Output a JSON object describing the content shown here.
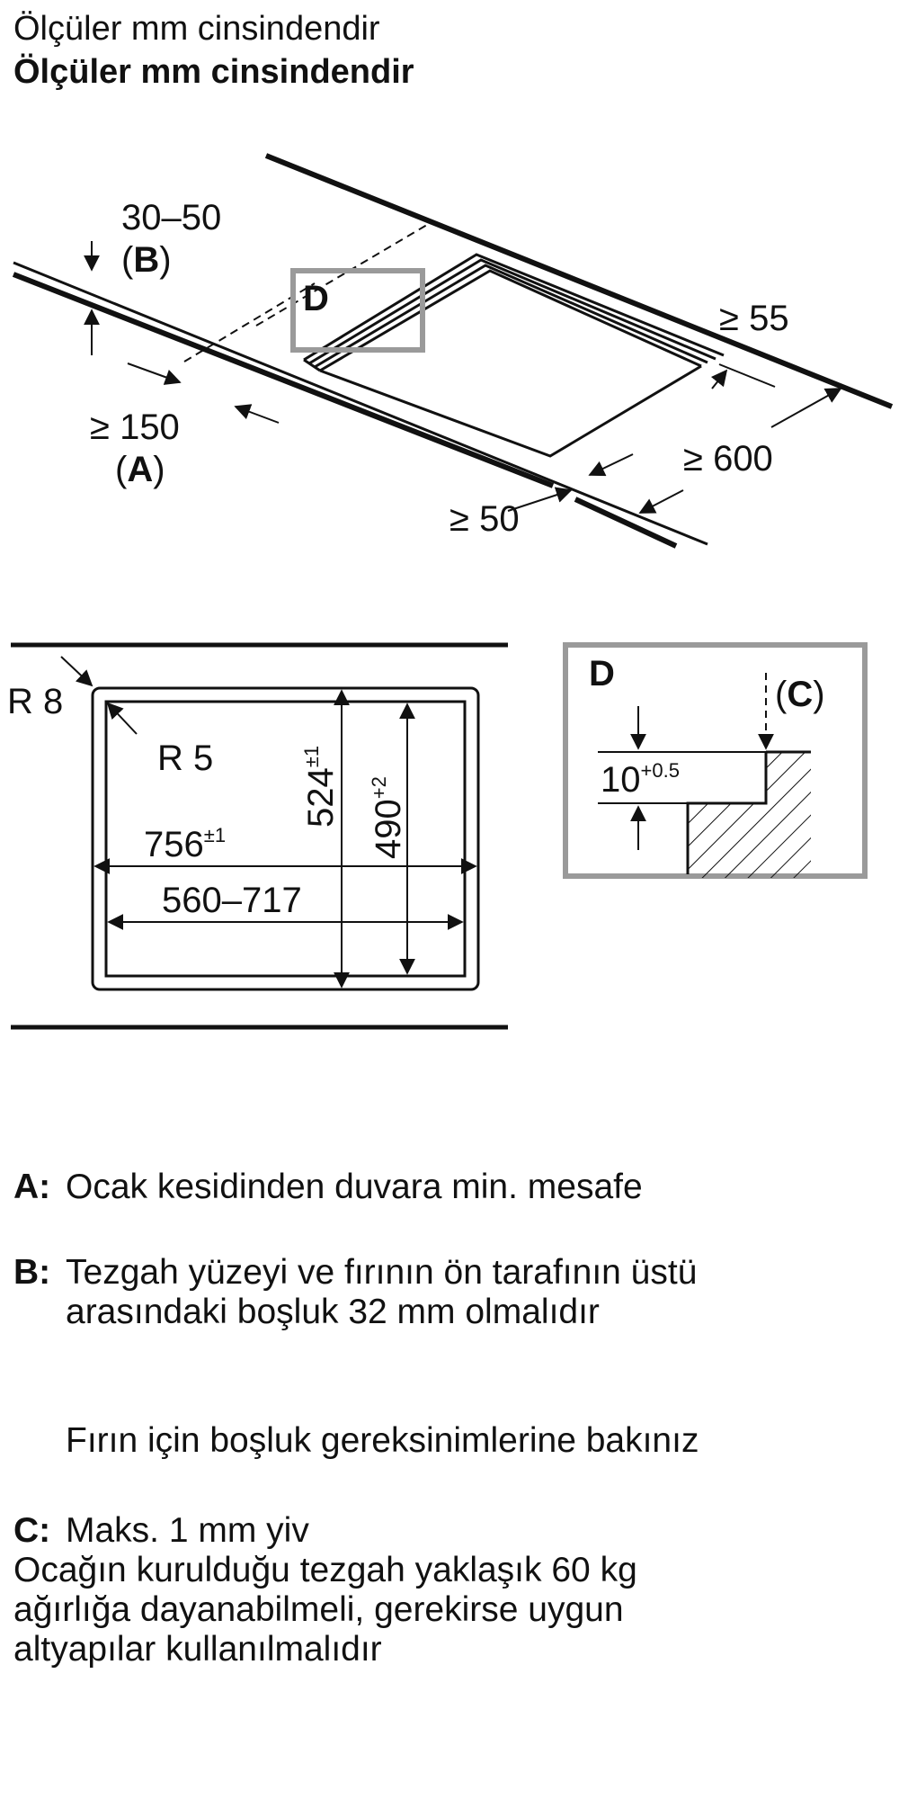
{
  "header": {
    "line1": "Ölçüler mm cinsindendir",
    "line2": "Ölçüler mm cinsindendir"
  },
  "perspective": {
    "dim_b_range": "30–50",
    "label_b_open": "(",
    "label_b": "B",
    "label_b_close": ")",
    "detail_label": "D",
    "dim_55": "≥ 55",
    "dim_150": "≥ 150",
    "label_a_open": "(",
    "label_a": "A",
    "label_a_close": ")",
    "dim_600": "≥ 600",
    "dim_50": "≥ 50"
  },
  "cutout": {
    "r8": "R 8",
    "r5": "R 5",
    "w756": "756",
    "w756_tol": "±1",
    "w560": "560–717",
    "d524": "524",
    "d524_tol": "±1",
    "d490": "490",
    "d490_tol": "+2"
  },
  "detail_d": {
    "title": "D",
    "depth": "10",
    "depth_tol": "+0.5",
    "label_c_open": "(",
    "label_c": "C",
    "label_c_close": ")"
  },
  "notes": {
    "a_key": "A:",
    "a_text": "Ocak kesidinden duvara min. mesafe",
    "b_key": "B:",
    "b_line1": "Tezgah yüzeyi ve fırının ön tarafının üstü",
    "b_line2": "arasındaki boşluk 32 mm olmalıdır",
    "oven_note": "Fırın için boşluk gereksinimlerine bakınız",
    "c_key": "C:",
    "c_line1": "Maks. 1 mm yiv",
    "c_line2": "Ocağın kurulduğu tezgah yaklaşık 60 kg",
    "c_line3": "ağırlığa dayanabilmeli, gerekirse uygun",
    "c_line4": "altyapılar kullanılmalıdır"
  },
  "colors": {
    "line": "#111111",
    "detail_frame": "#9a9a9a"
  }
}
